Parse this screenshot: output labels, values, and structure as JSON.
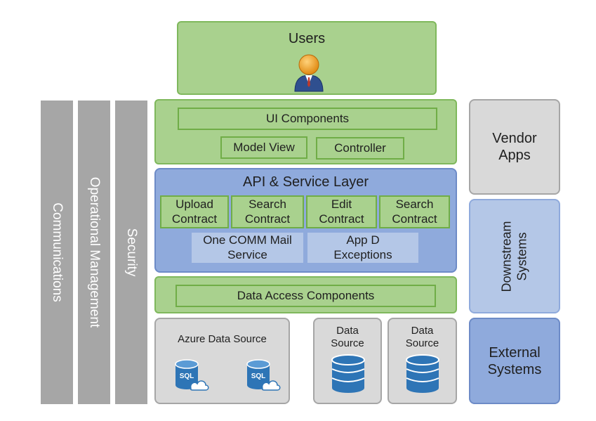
{
  "users": {
    "label": "Users",
    "icon": "user-icon"
  },
  "ui_layer": {
    "ui_components": "UI Components",
    "model_view": "Model View",
    "controller": "Controller"
  },
  "api_layer": {
    "title": "API & Service Layer",
    "services": [
      {
        "line1": "Upload",
        "line2": "Contract"
      },
      {
        "line1": "Search",
        "line2": "Contract"
      },
      {
        "line1": "Edit",
        "line2": "Contract"
      },
      {
        "line1": "Search",
        "line2": "Contract"
      }
    ],
    "mail_service": {
      "line1": "One COMM Mail",
      "line2": "Service"
    },
    "exceptions": {
      "line1": "App D",
      "line2": "Exceptions"
    }
  },
  "data_access": "Data Access Components",
  "sources": {
    "azure": {
      "label": "Azure Data Source",
      "icon": "sql-database-cloud-icon",
      "icon_text": "SQL"
    },
    "data_source_1": {
      "line1": "Data",
      "line2": "Source",
      "icon": "database-icon"
    },
    "data_source_2": {
      "line1": "Data",
      "line2": "Source",
      "icon": "database-icon"
    }
  },
  "side_bars": {
    "communications": "Communications",
    "operational_management": "Operational Management",
    "security": "Security"
  },
  "right": {
    "vendor": {
      "line1": "Vendor",
      "line2": "Apps"
    },
    "downstream": {
      "line1": "Downstream",
      "line2": "Systems"
    },
    "external": {
      "line1": "External",
      "line2": "Systems"
    }
  },
  "colors": {
    "green_fill": "#a9d18e",
    "blue_fill": "#8faadc",
    "light_blue_fill": "#b4c7e7",
    "gray_bar": "#a6a6a6",
    "gray_box": "#d9d9d9",
    "db_blue": "#2e75b6"
  }
}
